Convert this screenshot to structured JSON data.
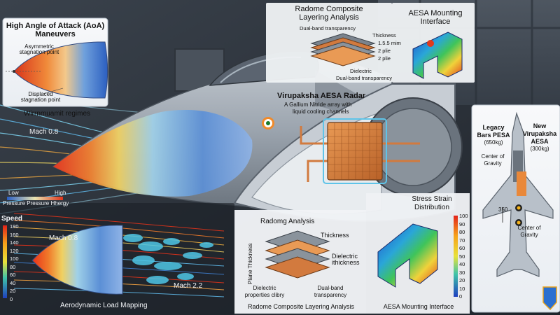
{
  "aoa": {
    "title": "High Angle of Attack (AoA) Maneuvers",
    "asym": "Asymmetric stagnation point",
    "disp": "Displaced stagnation point",
    "regimes": "Wirrnmuamit regimes"
  },
  "flow": {
    "mach_top": "Mach 0.8",
    "low": "Low",
    "high": "High",
    "pressure_energy": "Pressure  Pressure  Hhergy",
    "speed": "Speed",
    "speed_ticks": [
      "180",
      "160",
      "140",
      "120",
      "100",
      "80",
      "60",
      "40",
      "20",
      "0"
    ],
    "mach_bottom_left": "Mach 0.8",
    "mach_bottom_right": "Mach 2.2",
    "load_mapping": "Aerodynamic Load Mapping"
  },
  "radome_top": {
    "title_line1": "Radome Composite",
    "title_line2": "Layering Analysis",
    "dual_band": "Dual-band transparency",
    "thickness": "Thickness",
    "spec1": "1.5.5 mim",
    "spec2": "2 plie",
    "spec3": "2 plie",
    "dielectric": "Dielectric",
    "dual_band_2": "Dual-band transparency"
  },
  "aesa_top": {
    "title_line1": "AESA Mounting",
    "title_line2": "Interface"
  },
  "radar": {
    "title": "Virupaksha AESA Radar",
    "desc_line1": "A Gallium Nitride array with",
    "desc_line2": "liquid cooling channels"
  },
  "radome_bottom": {
    "title": "Radomg Analysis",
    "thickness": "Thickness",
    "plane": "Plane Thickness",
    "dielectric_thick": "Dielectric ithickness",
    "dielectric_props_1": "Dielectric",
    "dielectric_props_2": "properties clibry",
    "dual_band_1": "Dual-band",
    "dual_band_2": "transparency",
    "caption": "Radome Composite Layering Analysis"
  },
  "stress": {
    "title_line1": "Stress Strain",
    "title_line2": "Distribution",
    "ticks": [
      "100",
      "90",
      "80",
      "70",
      "60",
      "50",
      "40",
      "30",
      "20",
      "10",
      "0"
    ],
    "caption": "AESA Mounting Interface"
  },
  "cg": {
    "legacy_1": "Legacy",
    "legacy_2": "Bars PESA",
    "legacy_3": "(650kg)",
    "new_1": "New",
    "new_2": "Virupaksha",
    "new_3": "AESA",
    "new_4": "(300kg)",
    "cog_1": "Center of",
    "cog_2": "Gravity",
    "dim": "350",
    "cog2_1": "Center of",
    "cog2_2": "Gravity"
  },
  "colors": {
    "hot": "#e03a1c",
    "cold": "#2a5fc4",
    "copper": "#d27a3e",
    "fuselage": "#9aa3ad"
  }
}
